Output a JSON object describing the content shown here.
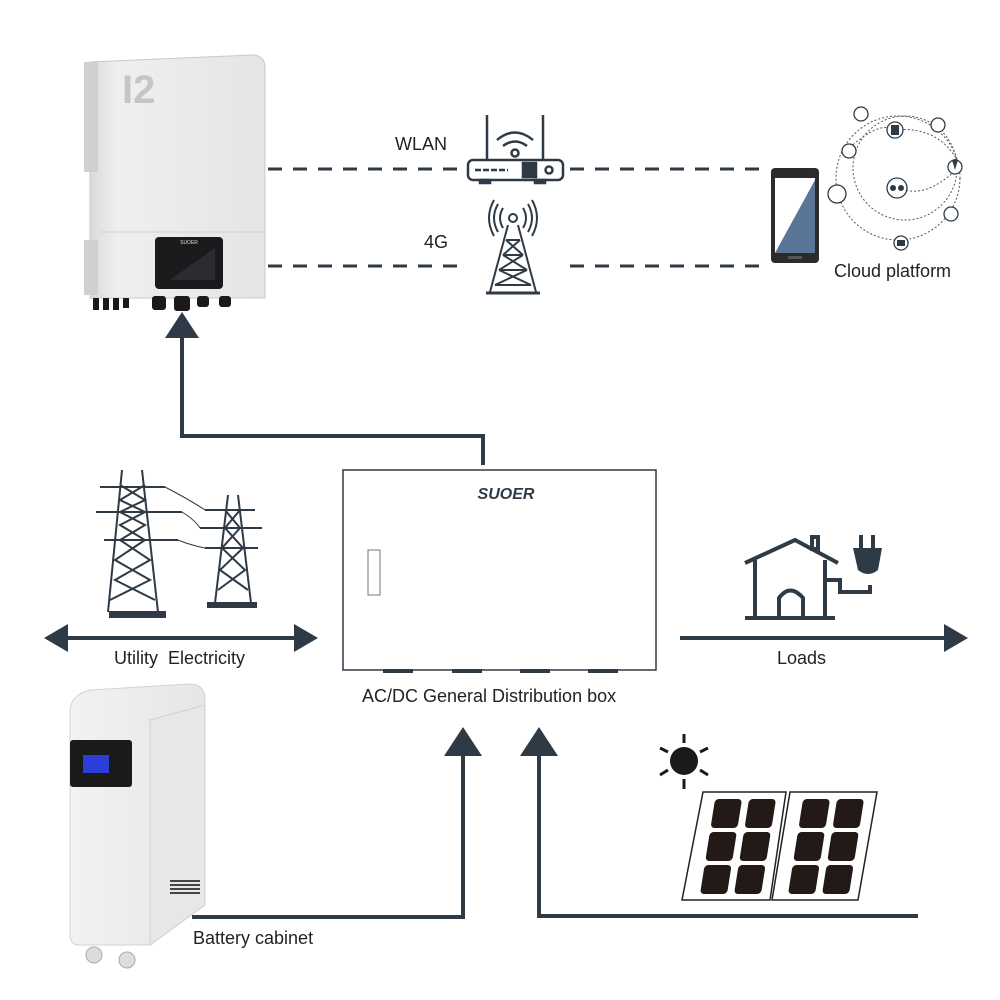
{
  "diagram": {
    "title": "Solar hybrid energy system diagram",
    "line_color": "#2e3a45",
    "components": {
      "inverter": {
        "model_mark": "I2",
        "brand": "SUOER"
      },
      "router": {
        "label": "WLAN"
      },
      "cell_tower": {
        "label": "4G"
      },
      "cloud": {
        "label": "Cloud platform"
      },
      "utility": {
        "label": "Utility  Electricity"
      },
      "distribution_box": {
        "label": "AC/DC General Distribution box",
        "brand": "SUOER"
      },
      "loads": {
        "label": "Loads"
      },
      "battery": {
        "label": "Battery cabinet"
      },
      "solar": {
        "label": ""
      }
    },
    "colors": {
      "line": "#2e3a45",
      "phone_screen": "#5a7595",
      "battery_lcd": "#2b3fd8",
      "panel_cell": "#231a18"
    }
  }
}
